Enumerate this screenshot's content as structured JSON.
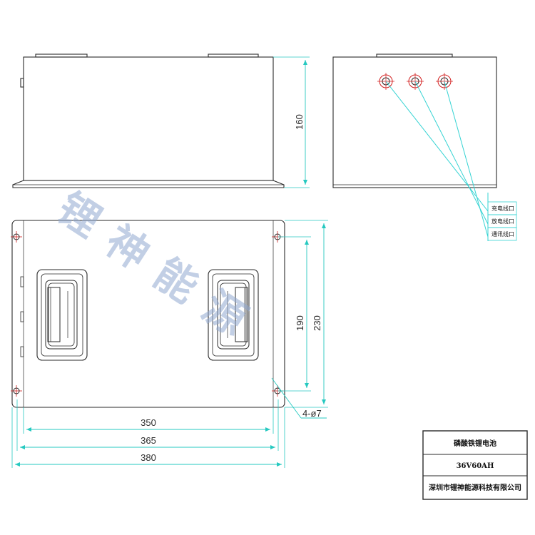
{
  "watermark": [
    "锂",
    "神",
    "能",
    "源"
  ],
  "side_view": {
    "height_dim": "160"
  },
  "top_view": {
    "callouts": [
      "充电线口",
      "放电线口",
      "通讯线口"
    ],
    "leader_color": "#35d3d3"
  },
  "front_view": {
    "dims": {
      "inner_width": "350",
      "mid_width": "365",
      "outer_width": "380",
      "inner_height": "190",
      "outer_height": "230",
      "holes": "4-ø7"
    }
  },
  "title_block": {
    "product_name": "磷酸铁锂电池",
    "model": "36V60AH",
    "company": "深圳市锂神能源科技有限公司"
  },
  "colors": {
    "outline": "#2a2a2a",
    "dimension": "#26c9c0",
    "hole_marker": "#d21e1e",
    "watermark": "#8fa8cf"
  }
}
